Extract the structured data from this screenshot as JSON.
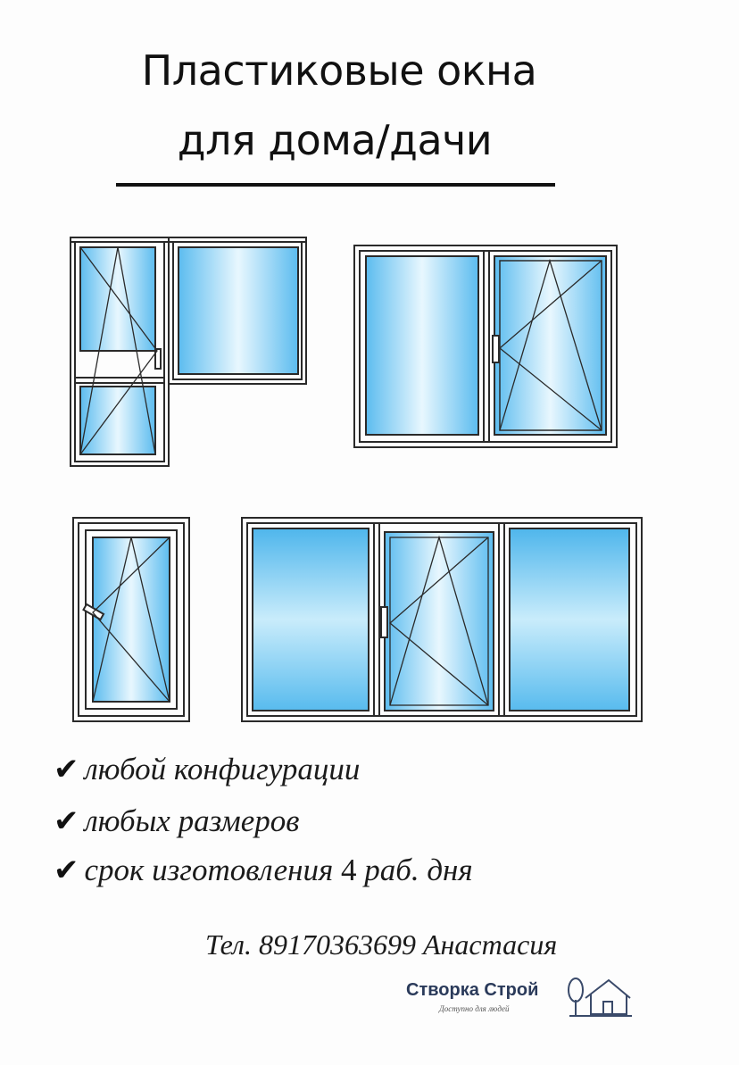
{
  "header": {
    "title_line1": "Пластиковые окна",
    "title_line2": "для дома/дачи"
  },
  "windows": [
    {
      "type": "balcony-door-with-window"
    },
    {
      "type": "two-sash-window"
    },
    {
      "type": "single-sash-window"
    },
    {
      "type": "three-sash-window"
    }
  ],
  "features": {
    "check_symbol": "✔",
    "item1": "любой конфигурации",
    "item2": "любых размеров",
    "item3_text": "срок изготовления ",
    "item3_number": "4",
    "item3_suffix": " раб. дня"
  },
  "contact": {
    "text": "Тел. 89170363699 Анастасия"
  },
  "brand": {
    "name": "Створка Строй",
    "slogan": "Доступно для людей",
    "logo_icon": "house-tree-icon"
  },
  "colors": {
    "glass_light": "#e6f6fd",
    "glass_dark": "#4fb6ec",
    "frame": "#2a2a2a"
  }
}
